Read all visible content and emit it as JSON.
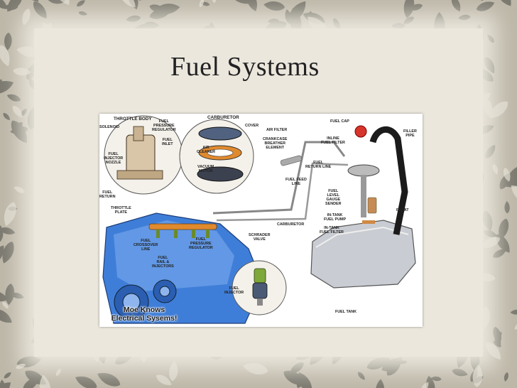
{
  "slide": {
    "title": "Fuel Systems",
    "colors": {
      "frame": "#bab4a5",
      "leaf": "#6d6c63",
      "panel": "#ebe7dd",
      "engine": "#3f7ed8"
    }
  },
  "diagram": {
    "labels": {
      "throttle_body": "THROTTLE BODY",
      "carburetor": "CARBURETOR",
      "solenoid": "SOLENOID",
      "fuel_pressure_regulator_top": "FUEL\nPRESSURE\nREGULATOR",
      "fuel_inlet": "FUEL\nINLET",
      "fuel_injector_nozzle": "FUEL\nINJECTOR\nNOZZLE",
      "fuel_return_left": "FUEL\nRETURN",
      "throttle_plate": "THROTTLE\nPLATE",
      "cover": "COVER",
      "air_filter": "AIR FILTER",
      "air_cleaner": "AIR\nCLEANER",
      "crankcase_breather": "CRANKCASE\nBREATHER\nELEMENT",
      "vacuum_motor": "VACUUM\nMOTOR",
      "fuel_cap": "FUEL CAP",
      "filler_pipe": "FILLER\nPIPE",
      "inline_fuel_filter": "INLINE\nFUEL FILTER",
      "fuel_return_line": "FUEL\nRETURN LINE",
      "fuel_feed_line": "FUEL FEED\nLINE",
      "fuel_level_gauge_sender": "FUEL\nLEVEL\nGAUGE\nSENDER",
      "float": "FLOAT",
      "in_tank_fuel_pump": "IN-TANK\nFUEL PUMP",
      "in_tank_fuel_filter": "IN-TANK\nFUEL FILTER",
      "carburetor_lower": "CARBURETOR",
      "schrader_valve": "SCHRADER\nVALVE",
      "fuel_crossover_line": "FUEL\nCROSSOVER\nLINE",
      "fuel_pressure_regulator_low": "FUEL\nPRESSURE\nREGULATOR",
      "fuel_rail_injectors": "FUEL\nRAIL &\nINJECTORS",
      "fuel_injector": "FUEL\nINJECTOR",
      "fuel_tank": "FUEL TANK"
    },
    "watermark": "Moe Knows\nElectrical Sysems!"
  }
}
